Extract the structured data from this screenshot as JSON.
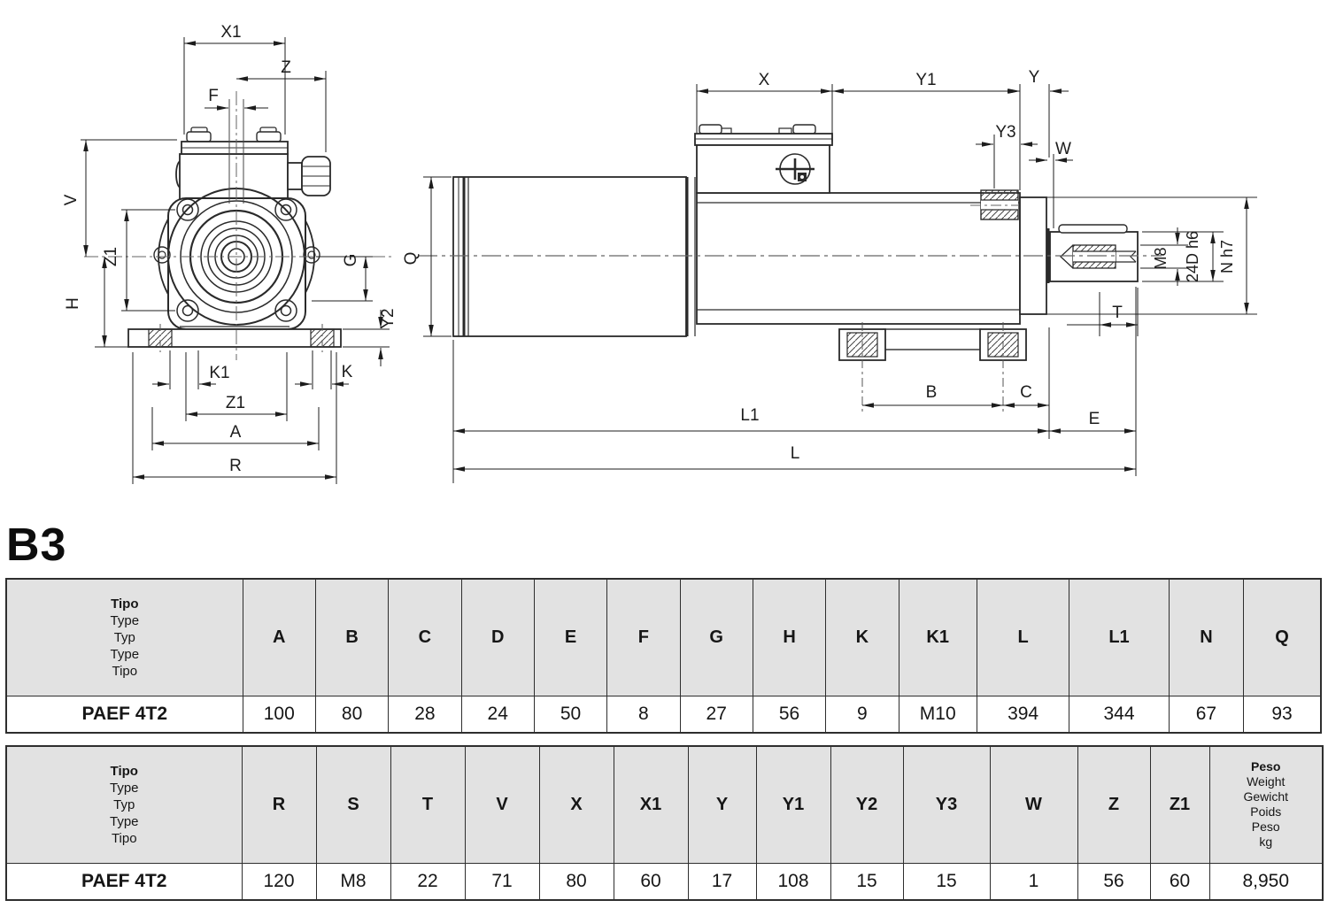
{
  "section_heading": "B3",
  "front_view": {
    "dims": {
      "x1": "X1",
      "z": "Z",
      "f": "F",
      "v": "V",
      "z1_left": "Z1",
      "h": "H",
      "g": "G",
      "y2": "Y2",
      "k1": "K1",
      "k": "K",
      "z1_bottom": "Z1",
      "a": "A",
      "r": "R"
    }
  },
  "side_view": {
    "dims": {
      "x": "X",
      "y1": "Y1",
      "y": "Y",
      "y3": "Y3",
      "w": "W",
      "q": "Q",
      "m8": "M8",
      "shaft_dia": "24D h6",
      "n": "N h7",
      "t": "T",
      "b": "B",
      "c": "C",
      "e": "E",
      "l1": "L1",
      "l": "L"
    }
  },
  "type_header": [
    "Tipo",
    "Type",
    "Typ",
    "Type",
    "Tipo"
  ],
  "weight_header": [
    "Peso",
    "Weight",
    "Gewicht",
    "Poids",
    "Peso",
    "kg"
  ],
  "table1": {
    "columns": [
      "A",
      "B",
      "C",
      "D",
      "E",
      "F",
      "G",
      "H",
      "K",
      "K1",
      "L",
      "L1",
      "N",
      "Q"
    ],
    "row": {
      "type": "PAEF 4T2",
      "values": [
        "100",
        "80",
        "28",
        "24",
        "50",
        "8",
        "27",
        "56",
        "9",
        "M10",
        "394",
        "344",
        "67",
        "93"
      ]
    }
  },
  "table2": {
    "columns": [
      "R",
      "S",
      "T",
      "V",
      "X",
      "X1",
      "Y",
      "Y1",
      "Y2",
      "Y3",
      "W",
      "Z",
      "Z1"
    ],
    "row": {
      "type": "PAEF 4T2",
      "values": [
        "120",
        "M8",
        "22",
        "71",
        "80",
        "60",
        "17",
        "108",
        "15",
        "15",
        "1",
        "56",
        "60"
      ],
      "weight": "8,950"
    }
  }
}
